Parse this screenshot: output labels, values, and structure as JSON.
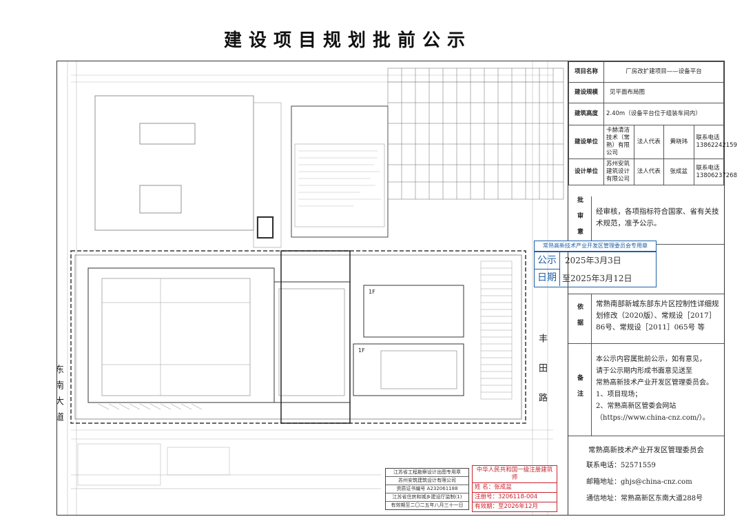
{
  "title": "建设项目规划批前公示",
  "info": {
    "project_name_label": "项目名称",
    "project_name": "厂房改扩建项目——设备平台",
    "drawing_name_label": "建设规模",
    "drawing_name": "见平面布局图",
    "height_label": "建筑高度",
    "height": "2.40m（设备平台位于组装车间内）",
    "builder_label": "建设单位",
    "builder_name": "卡赫清洁技术（常熟）有限公司",
    "builder_rep_label": "法人代表",
    "builder_rep": "黄晓玮",
    "builder_contact_label": "联系电话",
    "builder_phone": "13862242159",
    "designer_label": "设计单位",
    "designer_name": "苏州安筑建筑设计有限公司",
    "designer_rep_label": "法人代表",
    "designer_rep": "张成盆",
    "designer_contact_label": "联系电话",
    "designer_phone": "13806237268"
  },
  "review": {
    "label": "批审意",
    "text": "经审核，各项指标符合国家、省有关技术规范，准予公示。"
  },
  "publicity": {
    "stamp_text": "常熟高新技术产业开发区管理委员会专用章",
    "label1": "公示",
    "label2": "日期",
    "start": "2025年3月3日",
    "end_prefix": "至",
    "end": "2025年3月12日"
  },
  "basis": {
    "label": "依据",
    "text": "常熟南部新城东部东片区控制性详细规划修改（2020版）、常规设［2017］86号、常规设［2011］065号 等"
  },
  "remarks": {
    "label": "备注",
    "lines": [
      "本公示内容属批前公示，如有意见，",
      "请于公示期内形成书面意见送至",
      "常熟高新技术产业开发区管理委员会。",
      "1、项目现场；",
      "2、常熟高新区管委会网站",
      "（https://www.china-cnz.com/）。"
    ]
  },
  "footer": {
    "org": "常熟高新技术产业开发区管理委员会",
    "phone_label": "联系电话：",
    "phone": "52571559",
    "email_label": "邮箱地址：",
    "email": "ghjs@china-cnz.com",
    "address_label": "通信地址：",
    "address": "常熟高新区东南大道288号"
  },
  "plan": {
    "road_left": "东南大道",
    "road_right": "丰田路",
    "label_1f_a": "1F",
    "label_1f_b": "1F"
  },
  "architect_stamp": {
    "title": "中华人民共和国一级注册建筑师",
    "name_label": "姓 名：",
    "name": "张成盆",
    "reg_label": "注册号：",
    "reg": "3206118-004",
    "valid_label": "有效期：",
    "valid": "至2026年12月"
  },
  "institute_stamp": {
    "line1": "江苏省工程勘察设计出图专用章",
    "line2": "苏州安筑建筑设计有限公司",
    "line3": "资质证书编号 A232061188",
    "line4": "江苏省住房和城乡建设厅监制(1)",
    "line5": "有效期至二〇二五年八月三十一日"
  },
  "colors": {
    "line": "#333333",
    "stamp_blue": "#1c5fa8",
    "stamp_red": "#c8232c"
  }
}
